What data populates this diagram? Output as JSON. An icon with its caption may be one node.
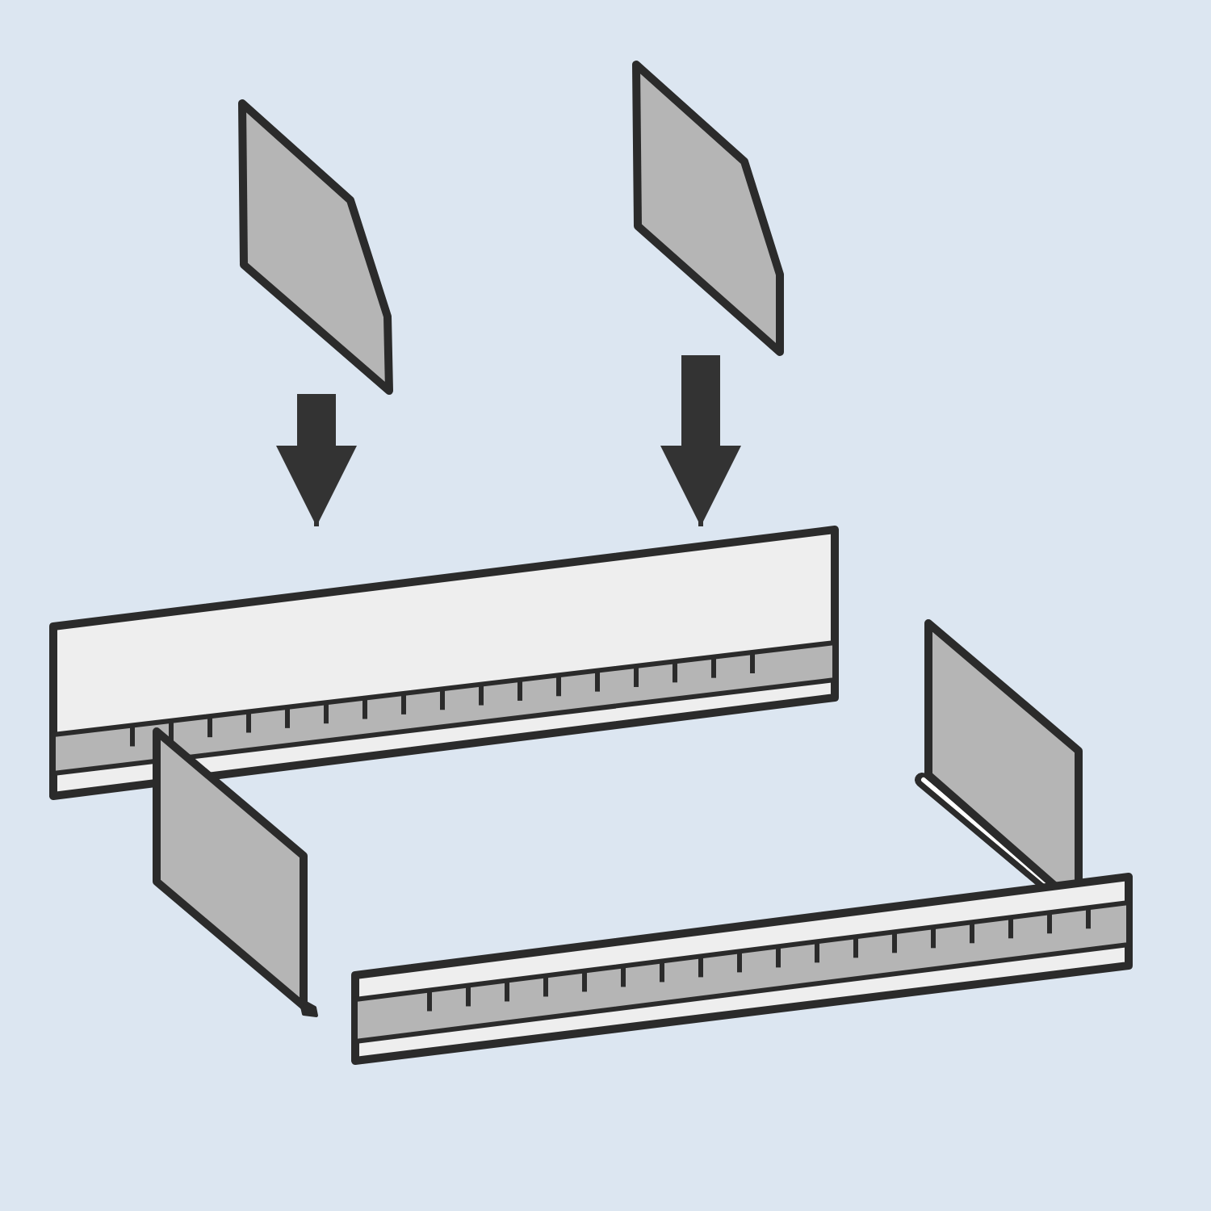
{
  "diagram": {
    "nodes": [
      {
        "text": [],
        "shape": "picture"
      },
      {
        "text": [],
        "shape": "picture"
      },
      {
        "text": [],
        "shape": "picture"
      }
    ],
    "edges": [
      {
        "from": 0,
        "to": 2,
        "arrow": "to"
      },
      {
        "from": 1,
        "to": 2,
        "arrow": "to"
      }
    ]
  }
}
